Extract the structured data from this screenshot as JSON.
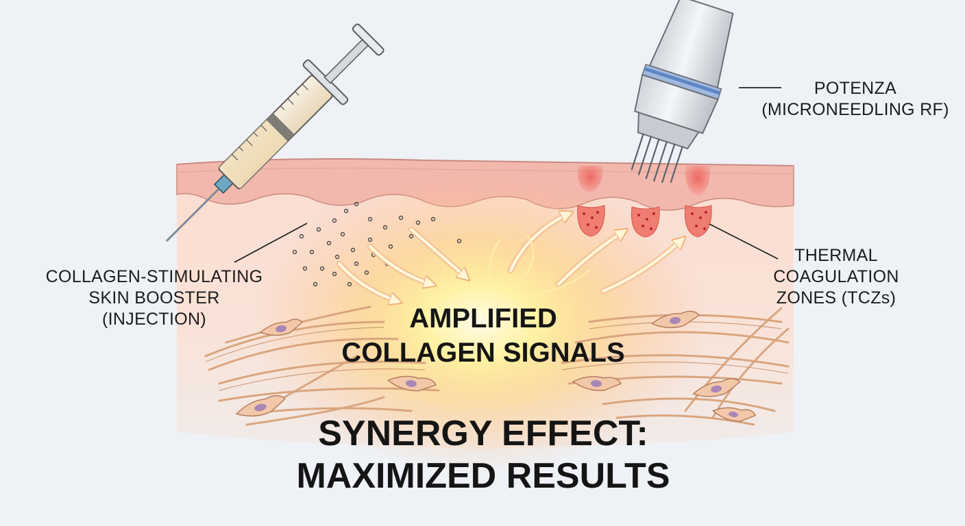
{
  "labels": {
    "device_name": "POTENZA",
    "device_type": "(MICRONEEDLING RF)",
    "injection_line1": "COLLAGEN-STIMULATING",
    "injection_line2": "SKIN BOOSTER",
    "injection_line3": "(INJECTION)",
    "tcz_line1": "THERMAL",
    "tcz_line2": "COAGULATION",
    "tcz_line3": "ZONES (TCZs)",
    "center_line1": "AMPLIFIED",
    "center_line2": "COLLAGEN SIGNALS",
    "headline_line1": "SYNERGY EFFECT:",
    "headline_line2": "MAXIMIZED RESULTS"
  },
  "colors": {
    "background": "#eef1f5",
    "epidermis": "#f2b8ae",
    "dermis": "#fbe2d8",
    "tcz_red": "#e84a45",
    "glow": "#fff3a0",
    "fibers": "#d9a57e"
  },
  "icons": [
    "syringe-icon",
    "microneedling-handpiece-icon"
  ]
}
